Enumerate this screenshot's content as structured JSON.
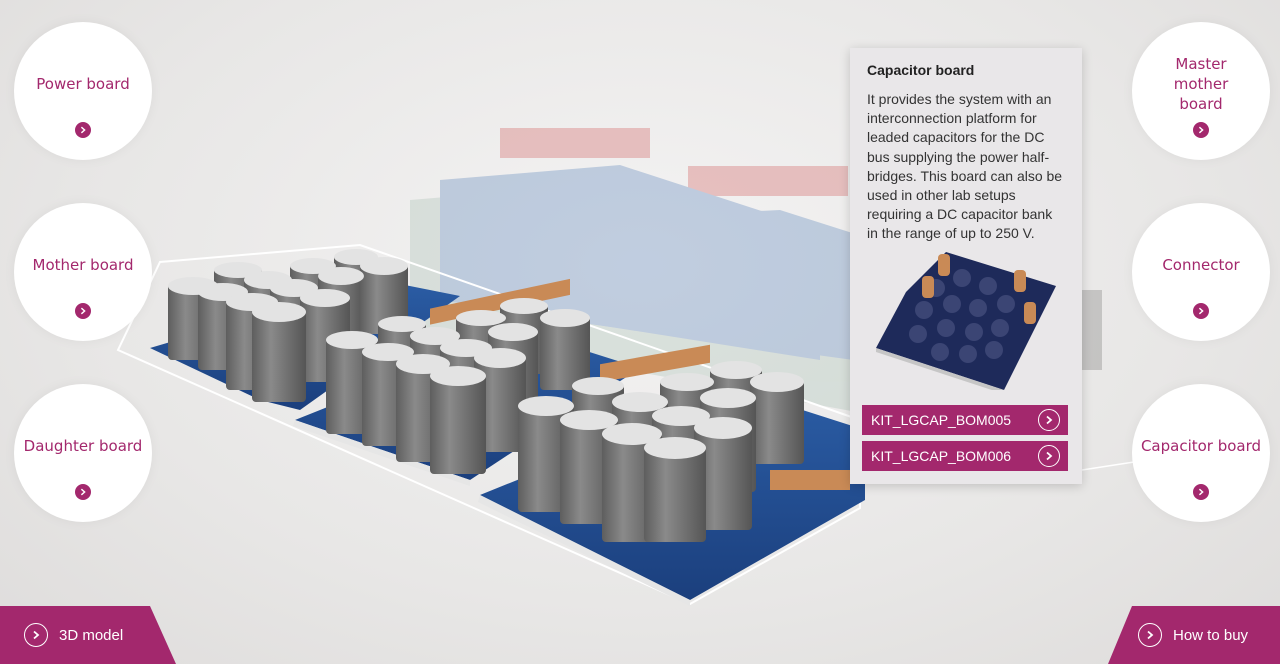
{
  "left_menu": [
    {
      "label": "Power board"
    },
    {
      "label": "Mother board"
    },
    {
      "label": "Daughter board"
    }
  ],
  "right_menu": [
    {
      "label": "Master mother board"
    },
    {
      "label": "Connector"
    },
    {
      "label": "Capacitor board"
    }
  ],
  "card": {
    "title": "Capacitor board",
    "description": "It provides the system with an interconnection platform for leaded capacitors for the DC bus supplying the power half-bridges. This board can also be used in other lab setups requiring a DC capacitor bank in the range of up to 250 V.",
    "kits": [
      {
        "label": "KIT_LGCAP_BOM005"
      },
      {
        "label": "KIT_LGCAP_BOM006"
      }
    ]
  },
  "bottom": {
    "left_label": "3D model",
    "right_label": "How to buy"
  },
  "colors": {
    "accent": "#a3286d",
    "pcb_blue": "#1f4f96",
    "capacitor_gray": "#6f6f6f"
  }
}
